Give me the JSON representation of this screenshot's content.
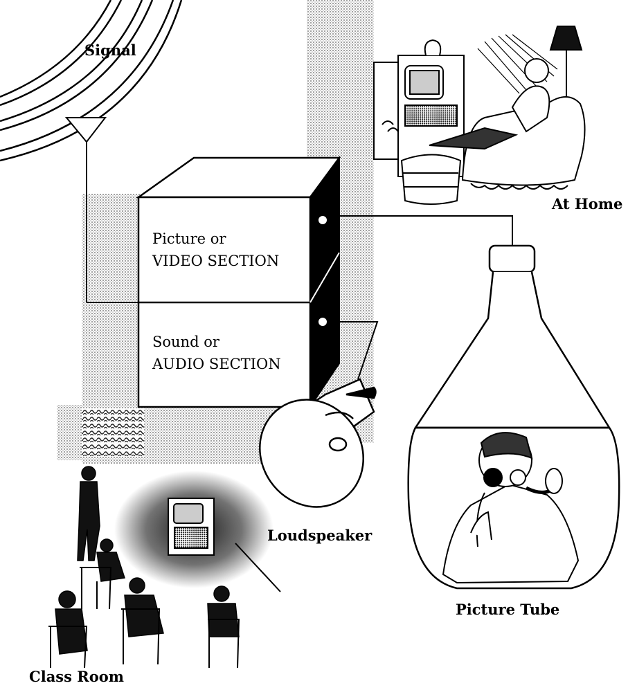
{
  "labels": {
    "signal": "Signal",
    "at_home": "At Home",
    "video_line1": "Picture or",
    "video_line2": "VIDEO SECTION",
    "audio_line1": "Sound or",
    "audio_line2": "AUDIO SECTION",
    "loudspeaker": "Loudspeaker",
    "picture_tube": "Picture Tube",
    "class_room": "Class Room"
  },
  "colors": {
    "ink": "#000000",
    "paper": "#ffffff",
    "stipple": "#5a5a5a"
  }
}
